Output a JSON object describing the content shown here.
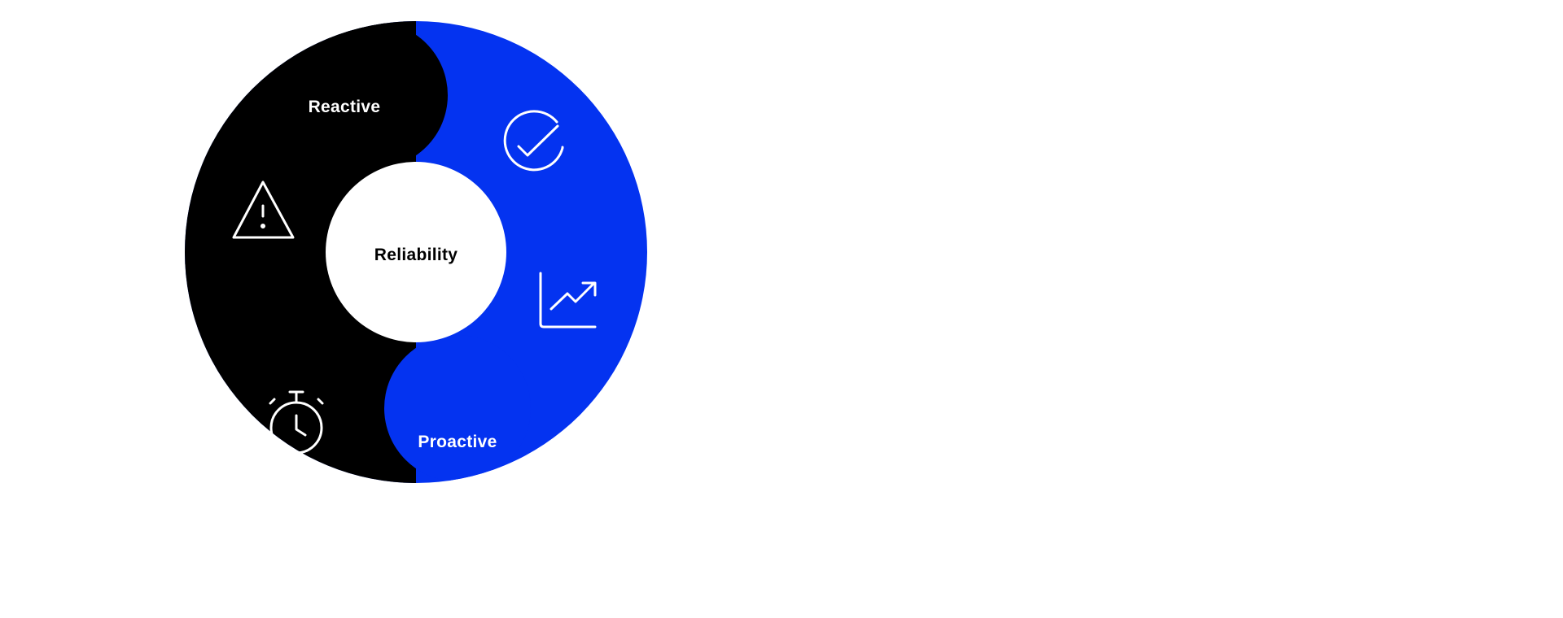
{
  "diagram": {
    "center_label": "Reliability",
    "reactive_label": "Reactive",
    "proactive_label": "Proactive",
    "icons": {
      "reactive": [
        "warning-triangle-icon",
        "stopwatch-icon"
      ],
      "proactive": [
        "check-circle-icon",
        "trending-up-chart-icon"
      ]
    },
    "colors": {
      "reactive": "#000000",
      "proactive": "#0433F0",
      "center": "#ffffff"
    }
  }
}
